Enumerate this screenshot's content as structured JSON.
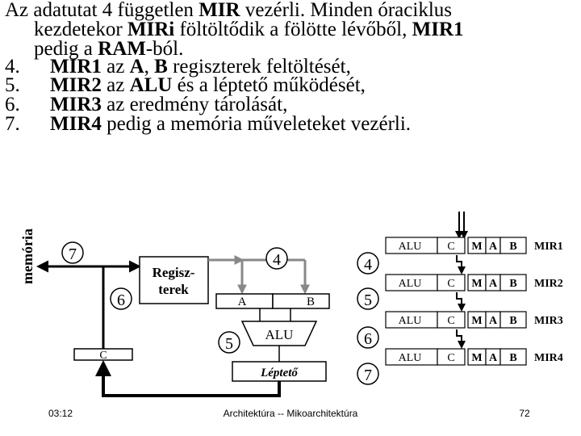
{
  "text": {
    "line1_pre": "Az adatutat 4 független ",
    "line1_bold": "MIR",
    "line1_post": " vezérli. Minden óraciklus",
    "line2_pre": "kezdetekor ",
    "line2_bold": "MIRi",
    "line2_mid": " föltöltődik a fölötte lévőből, ",
    "line2_bold2": "MIR1",
    "line3_pre": "pedig a ",
    "line3_bold": "RAM",
    "line3_post": "-ból.",
    "items": [
      {
        "num": "4.",
        "bold": "MIR1",
        "pre": " az ",
        "bold2": "A",
        "mid": ", ",
        "bold3": "B",
        "post": " regiszterek feltöltését,"
      },
      {
        "num": "5.",
        "bold": "MIR2",
        "pre": " az ",
        "bold2": "ALU",
        "post": " és a léptető működését,"
      },
      {
        "num": "6.",
        "bold": "MIR3",
        "pre": " az eredmény tárolását,"
      },
      {
        "num": "7.",
        "bold": "MIR4",
        "pre": " pedig a memória műveleteket vezérli."
      }
    ]
  },
  "diagram": {
    "memoria": "memória",
    "reg_line1": "Regisz-",
    "reg_line2": "terek",
    "reg_A": "A",
    "reg_B": "B",
    "alu": "ALU",
    "shifter": "Léptető",
    "c_label": "C",
    "step_7_left": "7",
    "step_6_left": "6",
    "step_4_top": "4",
    "step_5_alu": "5",
    "side_steps": [
      "4",
      "5",
      "6",
      "7"
    ],
    "mir_rows": [
      {
        "alu": "ALU",
        "c": "C",
        "m": "M",
        "a": "A",
        "b": "B",
        "name": "MIR1"
      },
      {
        "alu": "ALU",
        "c": "C",
        "m": "M",
        "a": "A",
        "b": "B",
        "name": "MIR2"
      },
      {
        "alu": "ALU",
        "c": "C",
        "m": "M",
        "a": "A",
        "b": "B",
        "name": "MIR3"
      },
      {
        "alu": "ALU",
        "c": "C",
        "m": "M",
        "a": "A",
        "b": "B",
        "name": "MIR4"
      }
    ]
  },
  "footer": {
    "time": "03:12",
    "title": "Architektúra -- Mikoarchitektúra",
    "page": "72"
  }
}
